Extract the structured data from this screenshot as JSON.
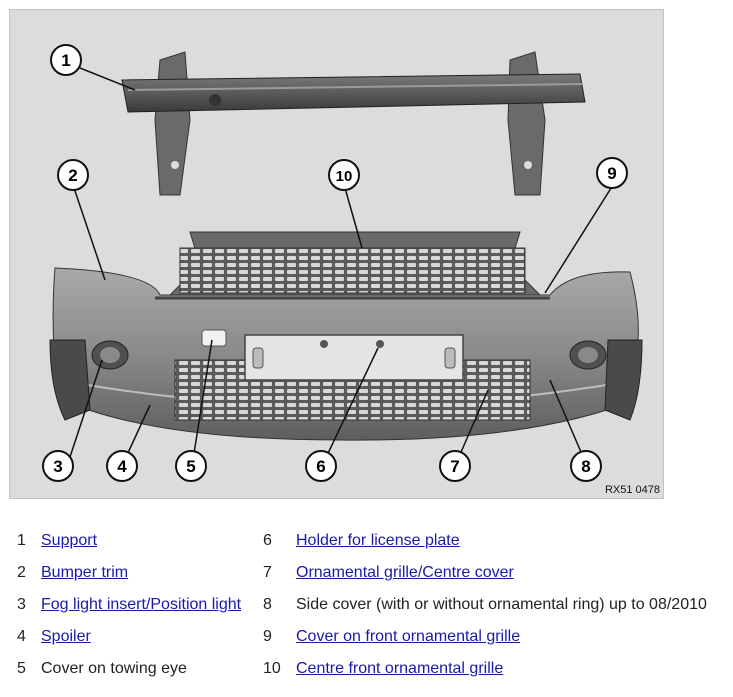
{
  "figure": {
    "code": "RX51 0478",
    "callouts": [
      "1",
      "2",
      "3",
      "4",
      "5",
      "6",
      "7",
      "8",
      "9",
      "10"
    ]
  },
  "legend": {
    "left": [
      {
        "num": "1",
        "label": "Support",
        "link": true
      },
      {
        "num": "2",
        "label": "Bumper trim",
        "link": true
      },
      {
        "num": "3",
        "label": "Fog light insert/Position light",
        "link": true
      },
      {
        "num": "4",
        "label": "Spoiler",
        "link": true
      },
      {
        "num": "5",
        "label": "Cover on towing eye",
        "link": false
      }
    ],
    "right": [
      {
        "num": "6",
        "label": "Holder for license plate",
        "link": true
      },
      {
        "num": "7",
        "label": "Ornamental grille/Centre cover",
        "link": true
      },
      {
        "num": "8",
        "label": "Side cover (with or without ornamental ring) up to 08/2010",
        "link": false
      },
      {
        "num": "9",
        "label": "Cover on front ornamental grille",
        "link": true
      },
      {
        "num": "10",
        "label": "Centre front ornamental grille",
        "link": true
      }
    ]
  },
  "colors": {
    "link": "#1a1aa6",
    "figure_bg": "#dcdcdc"
  }
}
